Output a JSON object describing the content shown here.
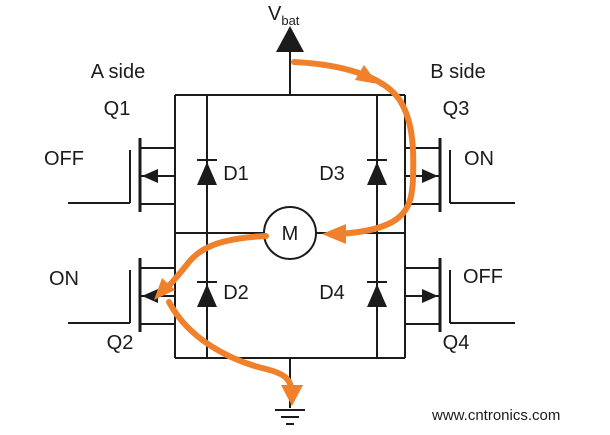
{
  "diagram": {
    "vbat_label": "V",
    "vbat_sub": "bat",
    "side_a": "A side",
    "side_b": "B side",
    "transistors": {
      "q1": "Q1",
      "q2": "Q2",
      "q3": "Q3",
      "q4": "Q4"
    },
    "states": {
      "q1": "OFF",
      "q2": "ON",
      "q3": "ON",
      "q4": "OFF"
    },
    "diodes": {
      "d1": "D1",
      "d2": "D2",
      "d3": "D3",
      "d4": "D4"
    },
    "motor_label": "M",
    "watermark": "www.cntronics.com",
    "colors": {
      "flow": "#f0812c",
      "on_state": "#e8622a",
      "line": "#1b1b1b",
      "watermark": "#35b8ac"
    }
  }
}
